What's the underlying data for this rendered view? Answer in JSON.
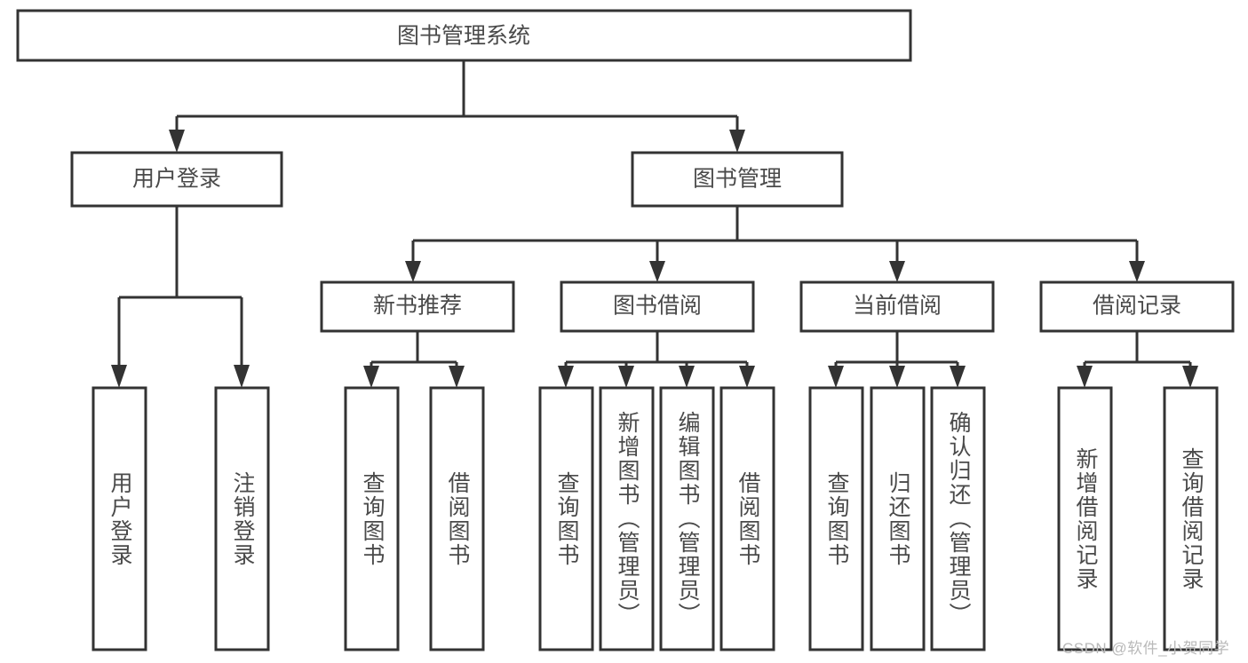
{
  "diagram": {
    "type": "tree-hierarchy-chart",
    "title": "图书管理系统",
    "orientation": "top-down",
    "colors": {
      "box_fill": "#ffffff",
      "box_stroke": "#333333",
      "label_text": "#4a4a4a",
      "watermark_text": "#b9b9b9",
      "background": "#ffffff"
    },
    "levels": [
      {
        "level": 1,
        "nodes": [
          {
            "id": "root",
            "label": "图书管理系统",
            "orientation": "horizontal"
          }
        ]
      },
      {
        "level": 2,
        "nodes": [
          {
            "id": "user-login",
            "label": "用户登录",
            "orientation": "horizontal",
            "parent": "root"
          },
          {
            "id": "book-mgmt",
            "label": "图书管理",
            "orientation": "horizontal",
            "parent": "root"
          }
        ]
      },
      {
        "level": 3,
        "nodes": [
          {
            "id": "new-book-rec",
            "label": "新书推荐",
            "orientation": "horizontal",
            "parent": "book-mgmt"
          },
          {
            "id": "book-borrow",
            "label": "图书借阅",
            "orientation": "horizontal",
            "parent": "book-mgmt"
          },
          {
            "id": "current-borrow",
            "label": "当前借阅",
            "orientation": "horizontal",
            "parent": "book-mgmt"
          },
          {
            "id": "borrow-record",
            "label": "借阅记录",
            "orientation": "horizontal",
            "parent": "book-mgmt"
          }
        ]
      },
      {
        "level": 4,
        "nodes": [
          {
            "id": "leaf-user-login",
            "label": "用户登录",
            "orientation": "vertical",
            "parent": "user-login"
          },
          {
            "id": "leaf-logout-login",
            "label": "注销登录",
            "orientation": "vertical",
            "parent": "user-login"
          },
          {
            "id": "leaf-query-book-1",
            "label": "查询图书",
            "orientation": "vertical",
            "parent": "new-book-rec"
          },
          {
            "id": "leaf-borrow-book-1",
            "label": "借阅图书",
            "orientation": "vertical",
            "parent": "new-book-rec"
          },
          {
            "id": "leaf-query-book-2",
            "label": "查询图书",
            "orientation": "vertical",
            "parent": "book-borrow"
          },
          {
            "id": "leaf-add-book",
            "label": "新增图书（管理员）",
            "orientation": "vertical",
            "parent": "book-borrow"
          },
          {
            "id": "leaf-edit-book",
            "label": "编辑图书（管理员）",
            "orientation": "vertical",
            "parent": "book-borrow"
          },
          {
            "id": "leaf-borrow-book-2",
            "label": "借阅图书",
            "orientation": "vertical",
            "parent": "book-borrow"
          },
          {
            "id": "leaf-query-book-3",
            "label": "查询图书",
            "orientation": "vertical",
            "parent": "current-borrow"
          },
          {
            "id": "leaf-return-book",
            "label": "归还图书",
            "orientation": "vertical",
            "parent": "current-borrow"
          },
          {
            "id": "leaf-confirm-return",
            "label": "确认归还（管理员）",
            "orientation": "vertical",
            "parent": "current-borrow"
          },
          {
            "id": "leaf-add-record",
            "label": "新增借阅记录",
            "orientation": "vertical",
            "parent": "borrow-record"
          },
          {
            "id": "leaf-query-record",
            "label": "查询借阅记录",
            "orientation": "vertical",
            "parent": "borrow-record"
          }
        ]
      }
    ]
  },
  "watermark": {
    "text": "CSDN @软件_小贺同学"
  }
}
